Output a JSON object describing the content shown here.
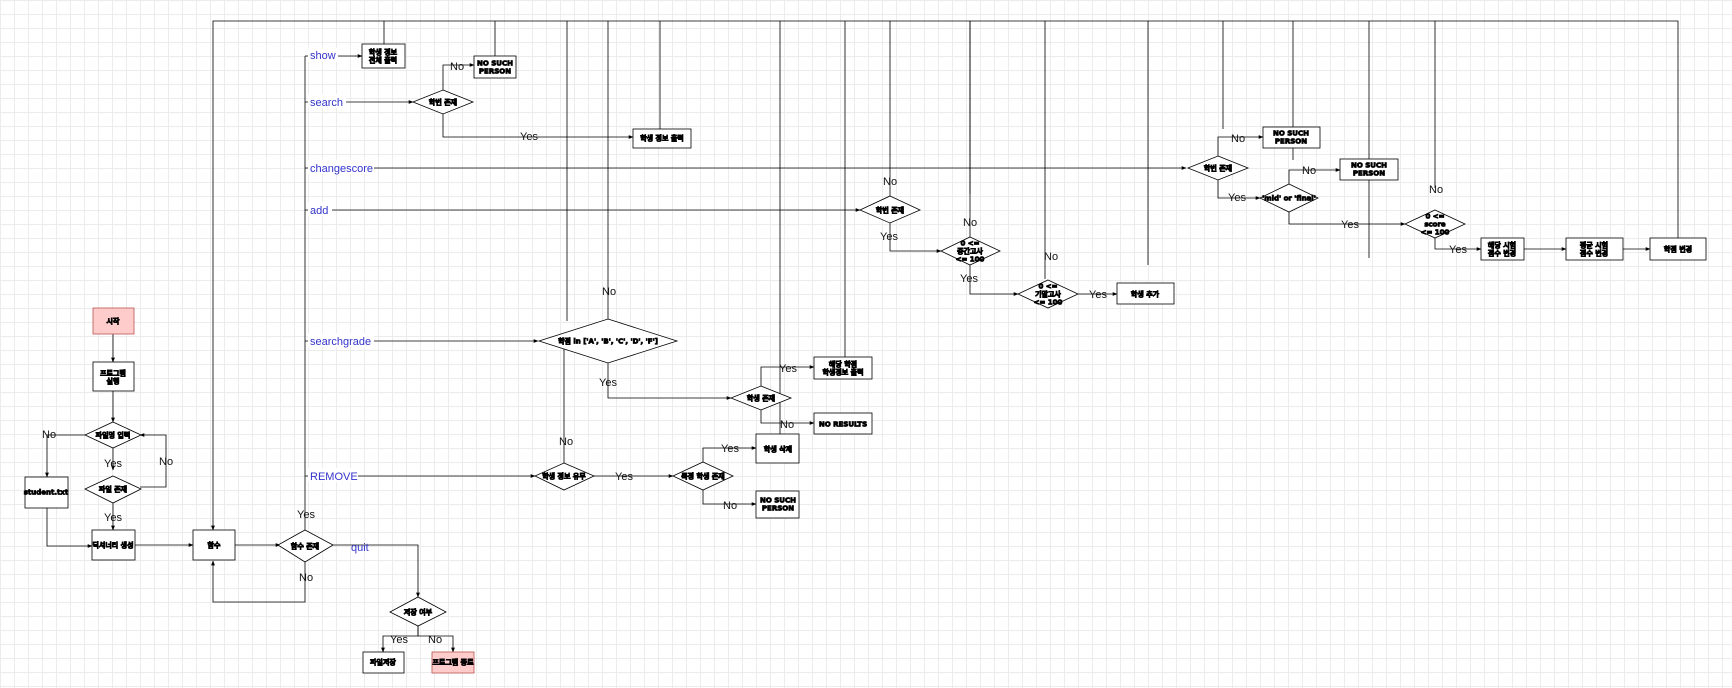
{
  "nodes": {
    "start": "시작",
    "program_run": "프로그램\n실행",
    "filename_input": "파일명 입력",
    "file_exists": "파일 존재",
    "student_txt": "student.txt",
    "dict_create": "딕셔너리 생성",
    "func": "함수",
    "func_exists": "함수 존재",
    "save_check": "저장 여부",
    "file_save": "파일저장",
    "program_end": "프로그램 종료",
    "show_all": "학생 정보\n전체 출력",
    "show_no_person": "NO SUCH\nPERSON",
    "search_exists": "학번 존재",
    "search_print": "학생 정보 출력",
    "cs_exists": "학번 존재",
    "cs_no_person": "NO SUCH\nPERSON",
    "cs_mid_final": "'mid' or 'final'",
    "cs_no_person2": "NO SUCH\nPERSON",
    "cs_score_range": "0 <=\nscore\n<= 100",
    "cs_change_score": "해당 시험\n점수 변경",
    "cs_change_avg": "평균 시험\n점수 변경",
    "cs_change_grade": "학점 변경",
    "add_exists": "학번 존재",
    "add_mid_range": "0 <=\n중간고사\n<= 100",
    "add_final_range": "0 <=\n기말고사\n<= 100",
    "add_student": "학생 추가",
    "sg_in_list": "학점 in ['A', 'B', 'C', 'D', 'F']",
    "sg_student_exists": "학생 존재",
    "sg_print": "해당 학점\n학생정보 출력",
    "sg_no_results": "NO RESULTS",
    "rm_has_info": "학생 정보 유무",
    "rm_student_exists": "특정 학생 존재",
    "rm_delete": "학생 삭제",
    "rm_no_person": "NO SUCH\nPERSON"
  },
  "commands": {
    "show": "show",
    "search": "search",
    "changescore": "changescore",
    "add": "add",
    "searchgrade": "searchgrade",
    "remove": "REMOVE",
    "quit": "quit"
  },
  "edge_labels": {
    "yes": "Yes",
    "no": "No"
  },
  "colors": {
    "terminal_fill": "#ffcccc",
    "terminal_stroke": "#b85450",
    "command_text": "#3333cc",
    "line": "#000000"
  }
}
